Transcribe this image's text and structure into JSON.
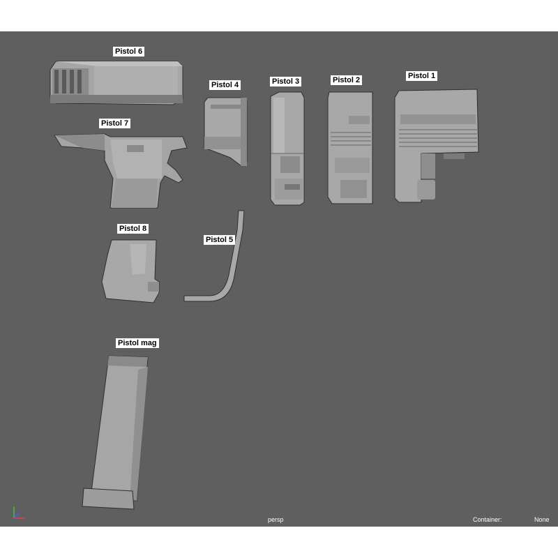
{
  "viewport": {
    "camera": "persp",
    "container_label": "Container:",
    "container_value": "None",
    "background_color": "#5f5f5f",
    "model_color": "#a8a8a8",
    "axis_colors": {
      "x": "#e04040",
      "y": "#40c040",
      "z": "#4060ff"
    }
  },
  "parts": [
    {
      "id": "pistol-1",
      "label": "Pistol 1"
    },
    {
      "id": "pistol-2",
      "label": "Pistol 2"
    },
    {
      "id": "pistol-3",
      "label": "Pistol 3"
    },
    {
      "id": "pistol-4",
      "label": "Pistol 4"
    },
    {
      "id": "pistol-5",
      "label": "Pistol 5"
    },
    {
      "id": "pistol-6",
      "label": "Pistol 6"
    },
    {
      "id": "pistol-7",
      "label": "Pistol 7"
    },
    {
      "id": "pistol-8",
      "label": "Pistol 8"
    },
    {
      "id": "pistol-mag",
      "label": "Pistol mag"
    }
  ]
}
